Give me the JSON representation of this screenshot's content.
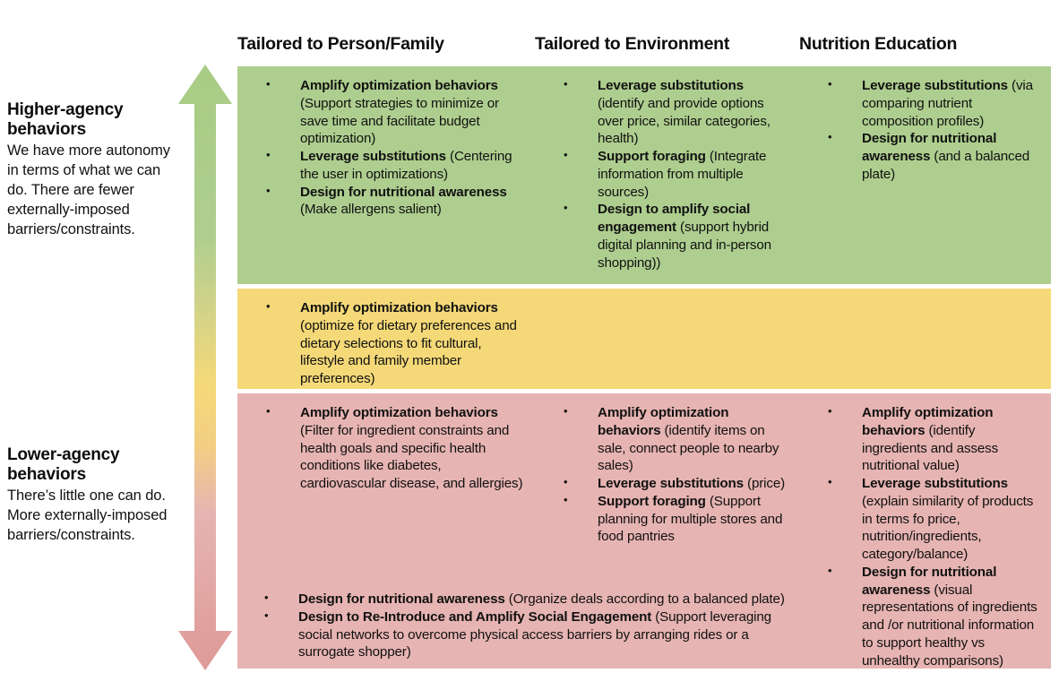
{
  "axis": {
    "high": {
      "title": "Higher-agency behaviors",
      "body": "We have more autonomy in terms of what we can do. There are fewer externally-imposed barriers/constraints."
    },
    "low": {
      "title": "Lower-agency behaviors",
      "body": "There’s little one can do. More externally-imposed barriers/constraints."
    },
    "arrow_name": "double-headed-gradient-arrow"
  },
  "colors": {
    "green": "#AECE8F",
    "yellow": "#F5D978",
    "pink": "#E6B4B2",
    "text": "#111111"
  },
  "columns": [
    {
      "label": "Tailored to Person/Family"
    },
    {
      "label": "Tailored to Environment"
    },
    {
      "label": "Nutrition Education"
    }
  ],
  "bands": [
    {
      "id": "higher-agency",
      "color": "#AECE8F",
      "cells": [
        {
          "items": [
            {
              "bold": "Amplify optimization behaviors",
              "rest": " (Support strategies to minimize or save time and facilitate budget optimization)"
            },
            {
              "bold": "Leverage substitutions",
              "rest": " (Centering the user in optimizations)"
            },
            {
              "bold": "Design for nutritional awareness",
              "rest": " (Make allergens salient)"
            }
          ]
        },
        {
          "items": [
            {
              "bold": "Leverage substitutions",
              "rest": " (identify and provide options over price, similar categories, health)"
            },
            {
              "bold": "Support foraging",
              "rest": " (Integrate information from multiple sources)"
            },
            {
              "bold": "Design to amplify social engagement",
              "rest": " (support hybrid digital planning and in-person shopping))"
            }
          ]
        },
        {
          "items": [
            {
              "bold": "Leverage substitutions",
              "rest": " (via comparing nutrient composition profiles)"
            },
            {
              "bold": "Design for nutritional awareness",
              "rest": " (and a balanced plate)"
            }
          ]
        }
      ]
    },
    {
      "id": "middle-agency",
      "color": "#F5D978",
      "cells": [
        {
          "items": [
            {
              "bold": "Amplify optimization behaviors",
              "rest": " (optimize for dietary preferences and dietary selections to fit cultural, lifestyle and family member preferences)"
            }
          ]
        },
        {
          "items": []
        },
        {
          "items": []
        }
      ]
    },
    {
      "id": "lower-agency",
      "color": "#E6B4B2",
      "cells": [
        {
          "items": [
            {
              "bold": "Amplify optimization behaviors",
              "rest": " (Filter for ingredient constraints and health goals and specific health conditions like diabetes, cardiovascular disease, and allergies)"
            }
          ],
          "wide_items": [
            {
              "bold": "Design for nutritional awareness",
              "rest": " (Organize deals according to a balanced plate)"
            },
            {
              "bold": "Design to Re-Introduce and Amplify Social Engagement",
              "rest": " (Support leveraging social networks to overcome physical access barriers by arranging rides or a surrogate shopper)"
            }
          ]
        },
        {
          "items": [
            {
              "bold": "Amplify optimization behaviors",
              "rest": " (identify items on sale, connect people to nearby sales)"
            },
            {
              "bold": "Leverage substitutions",
              "rest": " (price)"
            },
            {
              "bold": "Support foraging",
              "rest": " (Support planning for multiple stores and food pantries"
            }
          ]
        },
        {
          "items": [
            {
              "bold": "Amplify optimization behaviors",
              "rest": " (identify ingredients and assess nutritional value)"
            },
            {
              "bold": "Leverage substitutions",
              "rest": " (explain similarity of products in terms fo price, nutrition/ingredients, category/balance)"
            },
            {
              "bold": "Design for nutritional awareness",
              "rest": " (visual representations of ingredients and /or nutritional information to support healthy vs unhealthy comparisons)"
            }
          ]
        }
      ]
    }
  ]
}
